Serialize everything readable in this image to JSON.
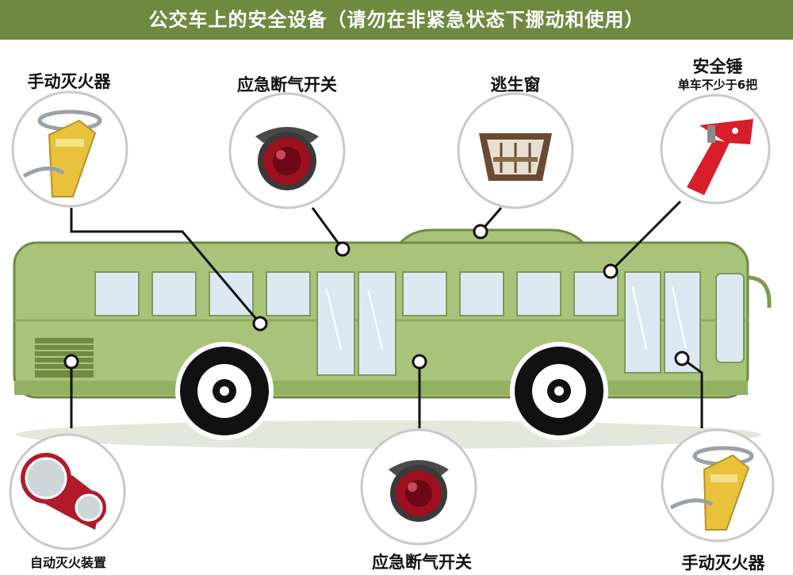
{
  "header": {
    "title": "公交车上的安全设备（请勿在非紧急状态下挪动和使用）"
  },
  "labels": {
    "extinguisher_top": "手动灭火器",
    "shutoff_top": "应急断气开关",
    "escape_window": "逃生窗",
    "hammer": "安全锤",
    "hammer_note": "单车不少于6把",
    "auto_extinguisher": "自动灭火装置",
    "shutoff_bottom": "应急断气开关",
    "extinguisher_bottom": "手动灭火器"
  },
  "colors": {
    "header_bg": "#6f8a3f",
    "bus_body": "#a9c47a",
    "bus_stroke": "#6f8a45",
    "window": "#dce9f2",
    "hammer_red": "#d81e2a",
    "extinguisher_yellow": "#e8c23a",
    "button_red": "#9c1020"
  }
}
